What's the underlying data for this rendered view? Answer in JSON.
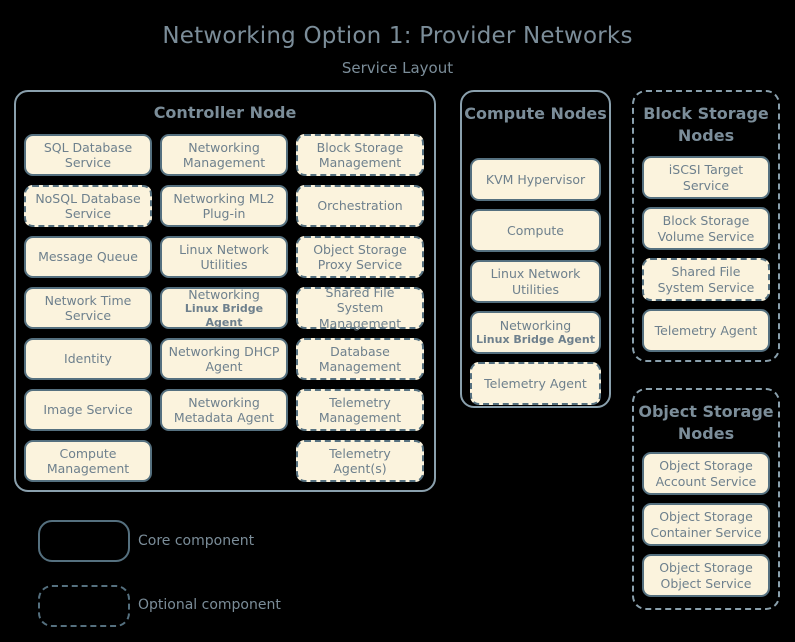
{
  "title": "Networking Option 1: Provider Networks",
  "subtitle": "Service Layout",
  "colors": {
    "background": "#000000",
    "box_fill": "#fbf3dd",
    "box_border": "#55707f",
    "node_border": "#8aa0ad",
    "heading_text": "#7b8d99",
    "box_text": "#6e808d"
  },
  "nodes": {
    "controller": {
      "title": "Controller Node",
      "border": "solid",
      "columns": [
        {
          "items": [
            {
              "label": "SQL Database Service",
              "border": "solid"
            },
            {
              "label": "NoSQL Database Service",
              "border": "dashed"
            },
            {
              "label": "Message Queue",
              "border": "solid"
            },
            {
              "label": "Network Time Service",
              "border": "solid"
            },
            {
              "label": "Identity",
              "border": "solid"
            },
            {
              "label": "Image Service",
              "border": "solid"
            },
            {
              "label": "Compute Management",
              "border": "solid"
            }
          ]
        },
        {
          "items": [
            {
              "label": "Networking Management",
              "border": "solid"
            },
            {
              "label": "Networking ML2 Plug-in",
              "border": "solid"
            },
            {
              "label": "Linux Network Utilities",
              "border": "solid"
            },
            {
              "main": "Networking",
              "sub": "Linux Bridge Agent",
              "border": "solid"
            },
            {
              "label": "Networking DHCP Agent",
              "border": "solid"
            },
            {
              "label": "Networking Metadata Agent",
              "border": "solid"
            }
          ]
        },
        {
          "items": [
            {
              "label": "Block Storage Management",
              "border": "dashed"
            },
            {
              "label": "Orchestration",
              "border": "dashed"
            },
            {
              "label": "Object Storage Proxy Service",
              "border": "dashed"
            },
            {
              "label": "Shared File System Management",
              "border": "dashed"
            },
            {
              "label": "Database Management",
              "border": "dashed"
            },
            {
              "label": "Telemetry Management",
              "border": "dashed"
            },
            {
              "label": "Telemetry Agent(s)",
              "border": "dashed"
            }
          ]
        }
      ]
    },
    "compute": {
      "title": "Compute Nodes",
      "border": "solid",
      "items": [
        {
          "label": "KVM Hypervisor",
          "border": "solid"
        },
        {
          "label": "Compute",
          "border": "solid"
        },
        {
          "label": "Linux Network Utilities",
          "border": "solid"
        },
        {
          "main": "Networking",
          "sub": "Linux Bridge Agent",
          "border": "solid"
        },
        {
          "label": "Telemetry Agent",
          "border": "dashed"
        }
      ]
    },
    "block_storage": {
      "title": "Block Storage Nodes",
      "border": "dashed",
      "items": [
        {
          "label": "iSCSI Target Service",
          "border": "solid"
        },
        {
          "label": "Block Storage Volume Service",
          "border": "solid"
        },
        {
          "label": "Shared File System Service",
          "border": "dashed"
        },
        {
          "label": "Telemetry Agent",
          "border": "solid"
        }
      ]
    },
    "object_storage": {
      "title": "Object Storage Nodes",
      "border": "dashed",
      "items": [
        {
          "label": "Object Storage Account Service",
          "border": "solid"
        },
        {
          "label": "Object Storage Container Service",
          "border": "solid"
        },
        {
          "label": "Object Storage Object Service",
          "border": "solid"
        }
      ]
    }
  },
  "legend": {
    "core_label": "Core component",
    "core_border": "solid",
    "optional_label": "Optional component",
    "optional_border": "dashed"
  }
}
